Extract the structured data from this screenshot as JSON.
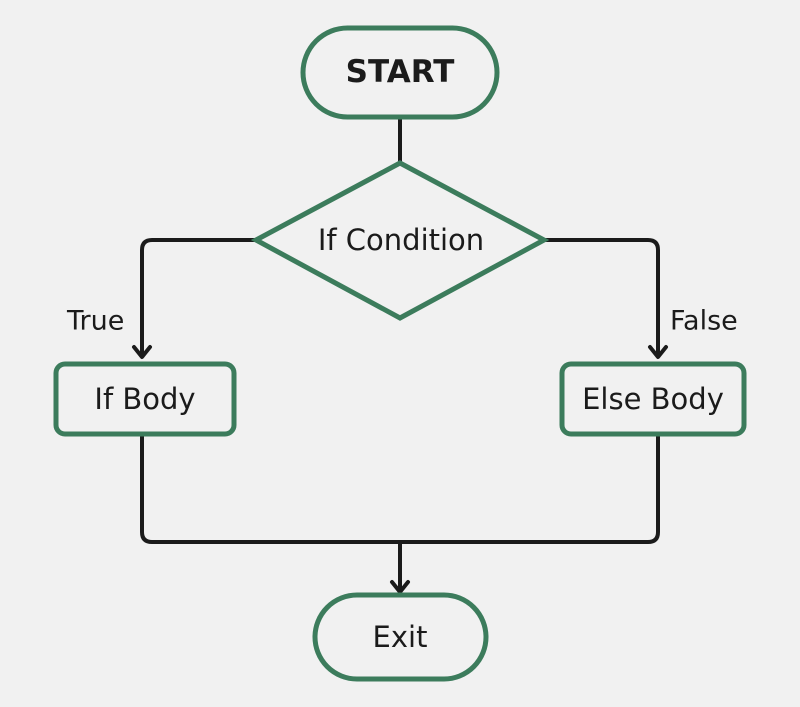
{
  "flowchart": {
    "start": {
      "label": "START"
    },
    "decision": {
      "label": "If Condition"
    },
    "true_branch": {
      "label": "True"
    },
    "false_branch": {
      "label": "False"
    },
    "if_body": {
      "label": "If Body"
    },
    "else_body": {
      "label": "Else Body"
    },
    "exit": {
      "label": "Exit"
    }
  },
  "colors": {
    "node_border": "#3c7c5c",
    "connector": "#1b1b1b",
    "background": "#f1f1f1",
    "text": "#1b1b1b"
  }
}
